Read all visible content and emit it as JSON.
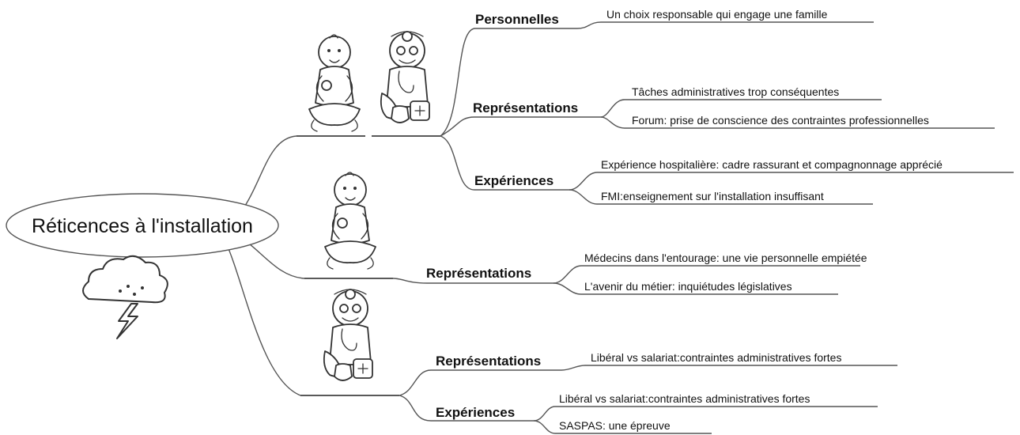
{
  "root": {
    "label": "Réticences à l'installation",
    "icon": "storm-cloud-icon"
  },
  "branches": [
    {
      "figures": [
        "baby-icon",
        "doctor-icon"
      ],
      "categories": [
        {
          "label": "Personnelles",
          "items": [
            "Un choix responsable qui engage une famille"
          ]
        },
        {
          "label": "Représentations",
          "items": [
            "Tâches administratives trop conséquentes",
            "Forum: prise de conscience des contraintes professionnelles"
          ]
        },
        {
          "label": "Expériences",
          "items": [
            "Expérience hospitalière: cadre rassurant et compagnonnage apprécié",
            "FMI:enseignement sur l'installation insuffisant"
          ]
        }
      ]
    },
    {
      "figures": [
        "baby-icon"
      ],
      "categories": [
        {
          "label": "Représentations",
          "items": [
            "Médecins dans l'entourage: une vie personnelle empiétée",
            "L'avenir du métier: inquiétudes législatives"
          ]
        }
      ]
    },
    {
      "figures": [
        "doctor-icon"
      ],
      "categories": [
        {
          "label": "Représentations",
          "items": [
            "Libéral vs salariat:contraintes administratives fortes"
          ]
        },
        {
          "label": "Expériences",
          "items": [
            "Libéral vs salariat:contraintes administratives fortes",
            "SASPAS: une épreuve"
          ]
        }
      ]
    }
  ],
  "colors": {
    "lines": "#555555",
    "text": "#111111",
    "background": "#ffffff"
  }
}
